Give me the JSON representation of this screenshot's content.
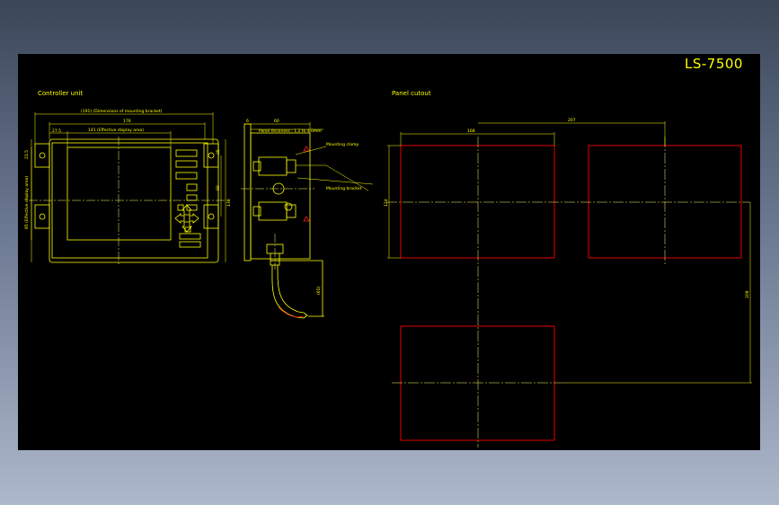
{
  "drawing": {
    "title": "LS-7500",
    "labels": {
      "controller_unit": "Controller unit",
      "panel_cutout": "Panel cutout",
      "mounting_clamp": "Mounting clamp",
      "mounting_bracket": "Mounting bracket",
      "panel_thickness": "Panel thickness : 1.2 to 4.0mm"
    },
    "dimensions": {
      "mounting_bracket_width": "(191) (Dimensions of mounting bracket)",
      "width_176": "176",
      "effective_display_width": "141 (Effective display area)",
      "left_offset": "27.5",
      "effective_display_height": "85 (Effective display area)",
      "height_138": "138",
      "dim_90": "90",
      "dim_25": "25",
      "dim_21": "21.5",
      "depth_6": "6",
      "depth_60": "60",
      "cable_65": "(65)",
      "cutout_207": "207",
      "cutout_168": "168",
      "cutout_124": "124",
      "cutout_208": "208"
    },
    "colors": {
      "outline": "#ffff00",
      "cutout": "#ff0000",
      "background": "#000000",
      "centerline": "#ffff66"
    }
  }
}
